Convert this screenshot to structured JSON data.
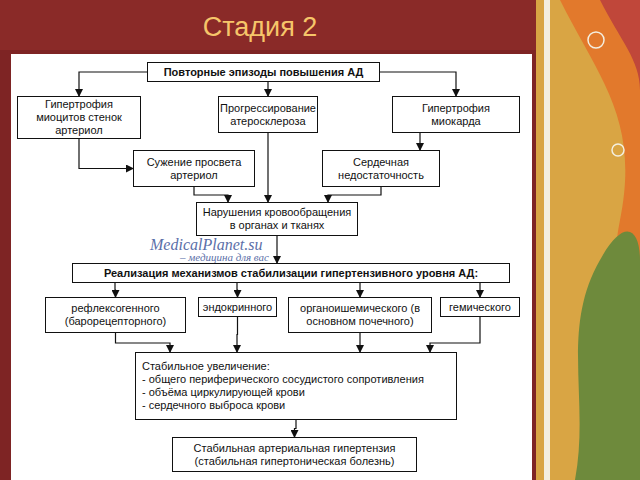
{
  "diagram": {
    "title": "Стадия 2",
    "nodes": [
      {
        "text": [
          "Повторные эпизоды повышения АД"
        ]
      },
      {
        "text": [
          "Гипертрофия миоцитов стенок артериол"
        ]
      },
      {
        "text": [
          "Прогрессирование атеросклероза"
        ]
      },
      {
        "text": [
          "Гипертрофия миокарда"
        ]
      },
      {
        "text": [
          "Сужение просвета артериол"
        ]
      },
      {
        "text": [
          "Сердечная недостаточность"
        ]
      },
      {
        "text": [
          "Нарушения кровообращения в органах и тканях"
        ]
      },
      {
        "text": [
          "Реализация механизмов стабилизации гипертензивного уровня АД:"
        ]
      },
      {
        "text": [
          "рефлексогенного (барорецепторного)"
        ]
      },
      {
        "text": [
          "эндокринного"
        ]
      },
      {
        "text": [
          "органоишемического (в основном почечного)"
        ]
      },
      {
        "text": [
          "гемического"
        ]
      },
      {
        "text": [
          "Стабильное увеличение:",
          "- общего периферического сосудистого сопротивления",
          "- объёма циркулирующей крови",
          "- сердечного выброса крови"
        ]
      },
      {
        "text": [
          "Стабильная артериальная гипертензия (стабильная гипертоническая болезнь)"
        ]
      }
    ],
    "edges": [
      {
        "from": 0,
        "to": 1,
        "arrow": "to"
      },
      {
        "from": 0,
        "to": 2,
        "arrow": "to"
      },
      {
        "from": 0,
        "to": 3,
        "arrow": "to"
      },
      {
        "from": 1,
        "to": 4,
        "arrow": "to"
      },
      {
        "from": 2,
        "to": 6,
        "arrow": "to"
      },
      {
        "from": 3,
        "to": 5,
        "arrow": "to"
      },
      {
        "from": 4,
        "to": 6,
        "arrow": "to"
      },
      {
        "from": 5,
        "to": 6,
        "arrow": "to"
      },
      {
        "from": 6,
        "to": 7,
        "arrow": "to"
      },
      {
        "from": 7,
        "to": 8,
        "arrow": "to"
      },
      {
        "from": 7,
        "to": 9,
        "arrow": "to"
      },
      {
        "from": 7,
        "to": 10,
        "arrow": "to"
      },
      {
        "from": 7,
        "to": 11,
        "arrow": "to"
      },
      {
        "from": 8,
        "to": 12,
        "arrow": "to"
      },
      {
        "from": 9,
        "to": 12,
        "arrow": "to"
      },
      {
        "from": 10,
        "to": 12,
        "arrow": "to"
      },
      {
        "from": 11,
        "to": 12,
        "arrow": "to"
      },
      {
        "from": 12,
        "to": 13,
        "arrow": "to"
      }
    ],
    "labels": [
      "MedicalPlanet.su",
      "– медицина для вас"
    ]
  }
}
